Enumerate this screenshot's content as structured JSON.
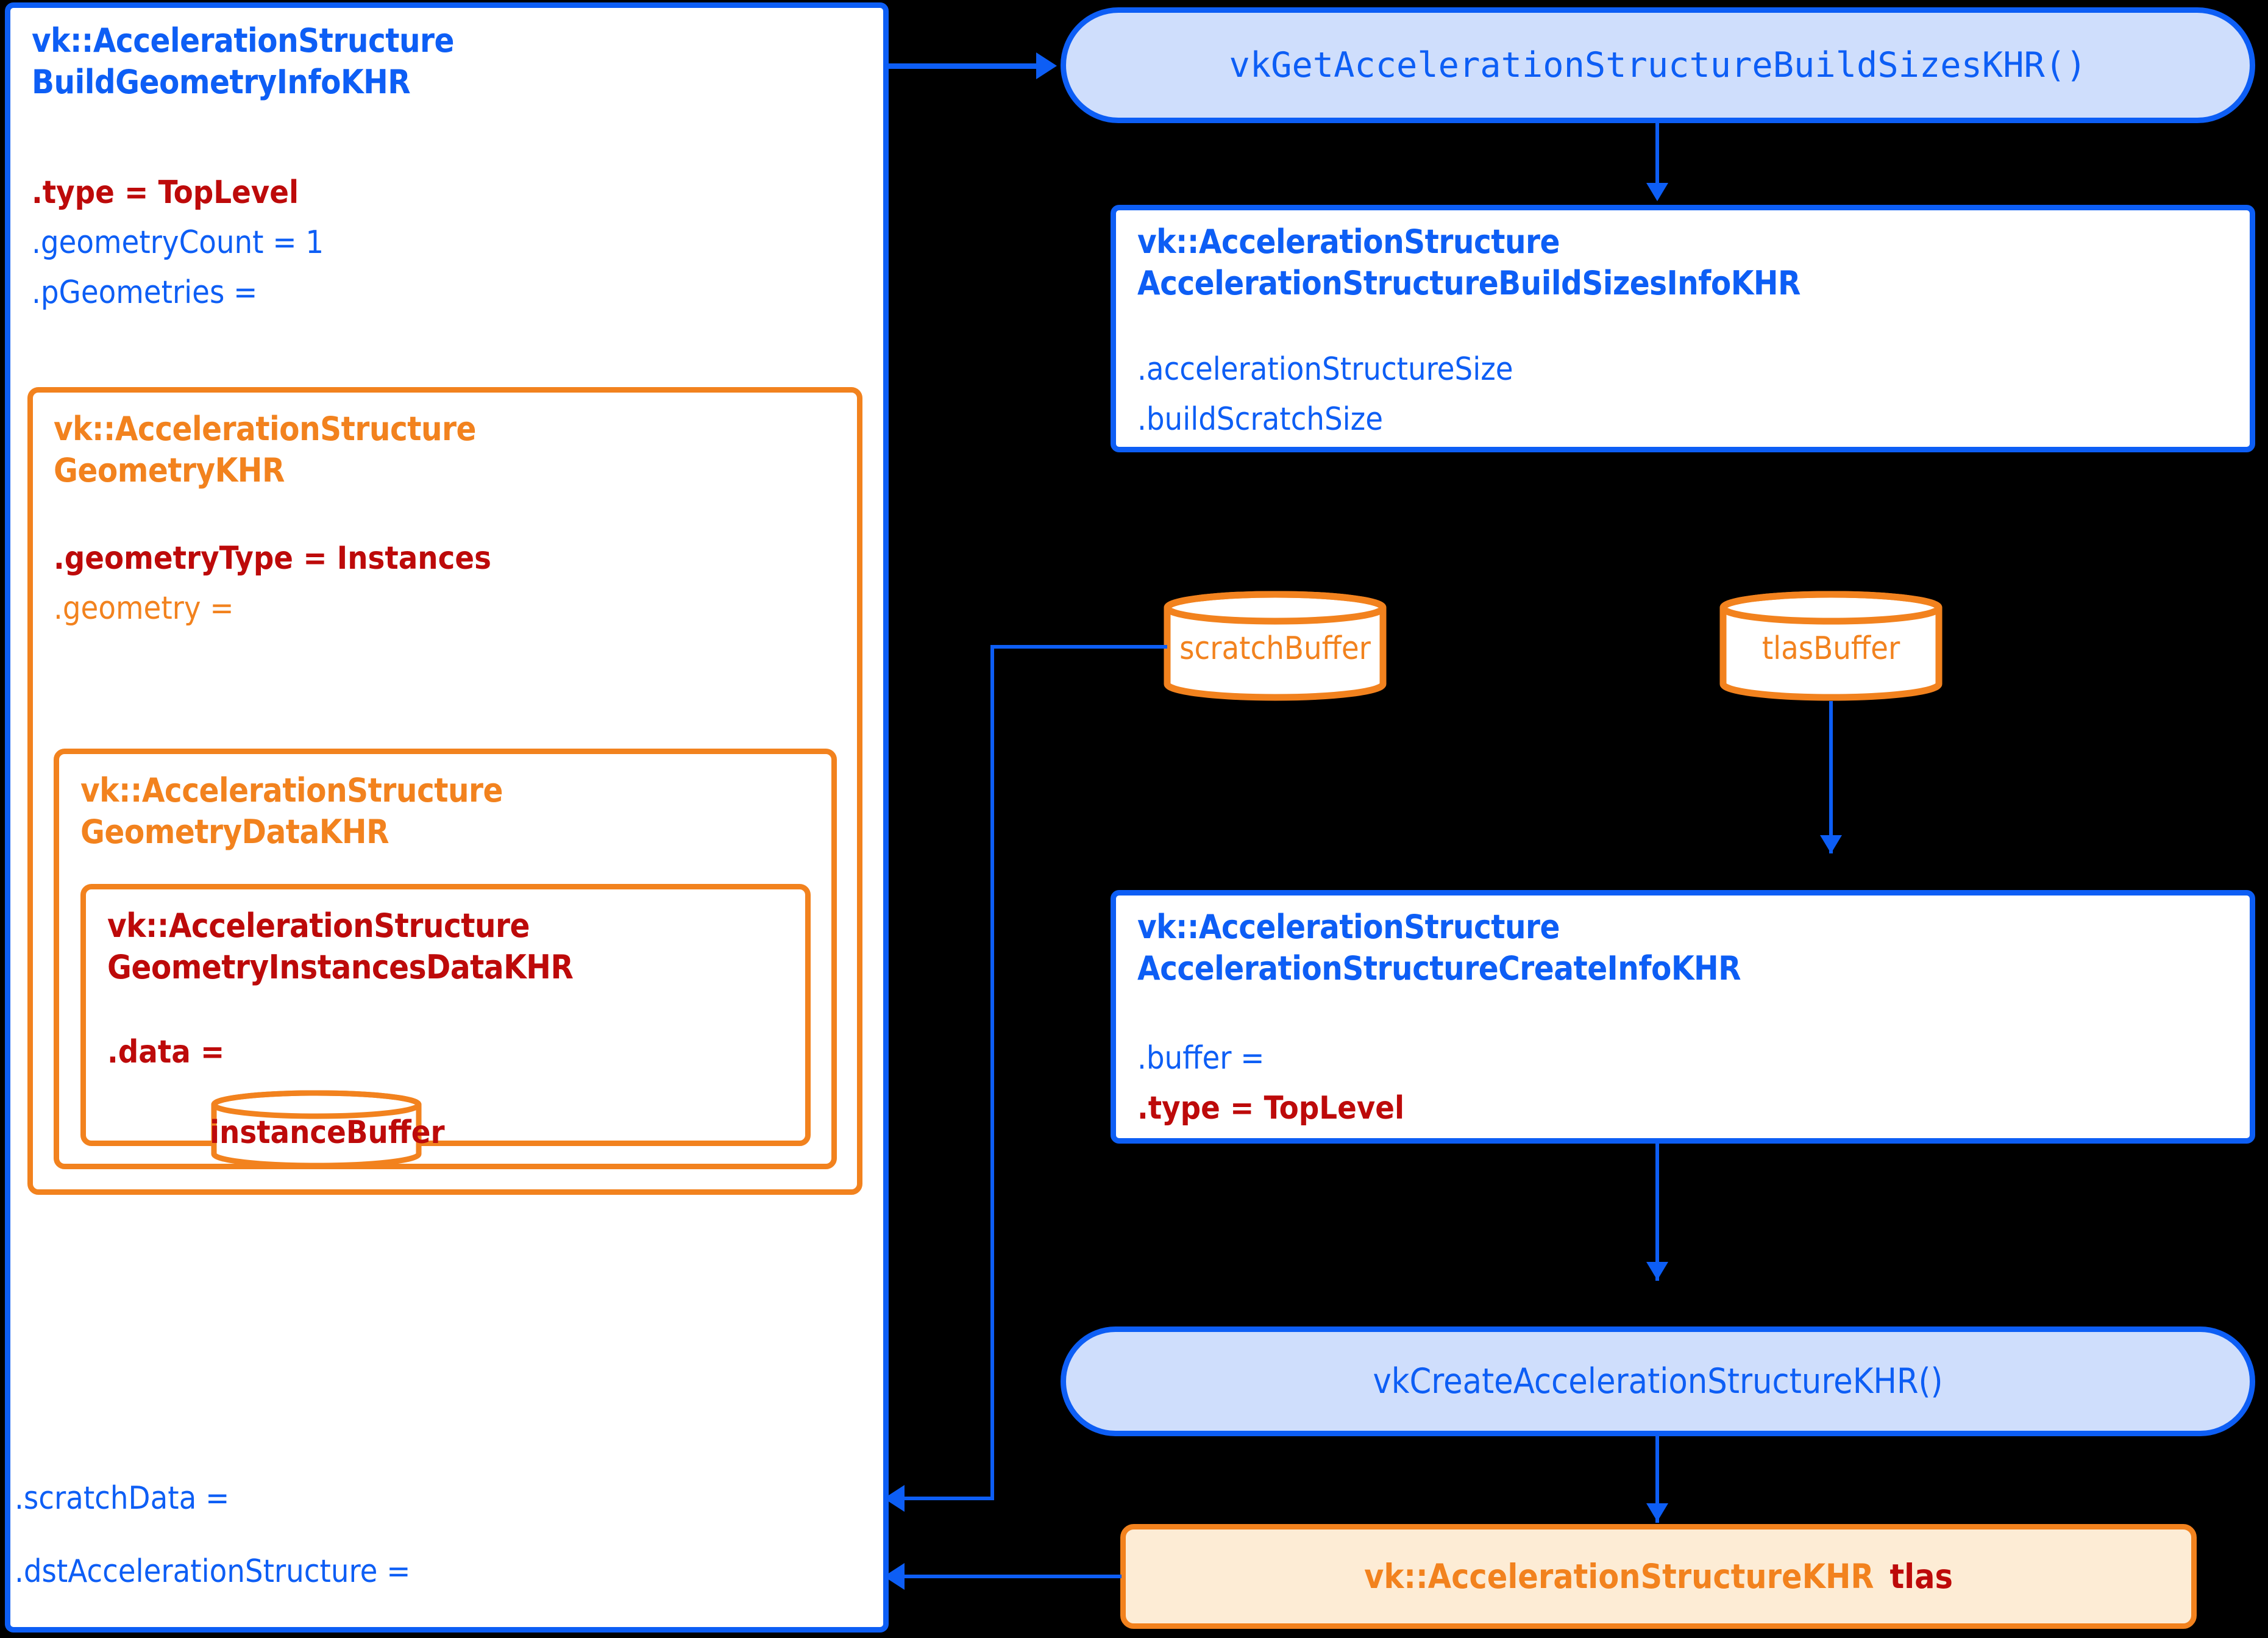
{
  "diagram": {
    "title": "Vulkan TLAS build object graph",
    "colors": {
      "blue": "#0d5ef5",
      "orange": "#f2821e",
      "red": "#bd0a0a",
      "stadium_fill": "#cfdefc",
      "tlas_fill": "#fdecd5",
      "background": "#000000"
    }
  },
  "build_geometry_info": {
    "title_line1": "vk::AccelerationStructure",
    "title_line2": "BuildGeometryInfoKHR",
    "fields_top": [
      {
        "text": ".type = TopLevel",
        "color": "red",
        "bold": true
      },
      {
        "text": ".geometryCount = 1",
        "color": "blue",
        "bold": false
      },
      {
        "text": ".pGeometries =",
        "color": "blue",
        "bold": false
      }
    ],
    "fields_bottom": [
      {
        "text": ".scratchData =",
        "color": "blue",
        "bold": false
      },
      {
        "text": ".dstAccelerationStructure =",
        "color": "blue",
        "bold": false
      }
    ]
  },
  "geometry_khr": {
    "title_line1": "vk::AccelerationStructure",
    "title_line2": "GeometryKHR",
    "fields": [
      {
        "text": ".geometryType = Instances",
        "color": "red",
        "bold": true
      },
      {
        "text": ".geometry =",
        "color": "orange",
        "bold": false
      }
    ]
  },
  "geometry_data_khr": {
    "title_line1": "vk::AccelerationStructure",
    "title_line2": "GeometryDataKHR"
  },
  "geometry_instances_data_khr": {
    "title_line1": "vk::AccelerationStructure",
    "title_line2": "GeometryInstancesDataKHR",
    "fields": [
      {
        "text": ".data =",
        "color": "red",
        "bold": true
      }
    ],
    "buffer_label": "instanceBuffer"
  },
  "get_build_sizes_call": {
    "label": "vkGetAccelerationStructureBuildSizesKHR()"
  },
  "build_sizes_info": {
    "title_line1": "vk::AccelerationStructure",
    "title_line2": "AccelerationStructureBuildSizesInfoKHR",
    "fields": [
      {
        "text": ".accelerationStructureSize",
        "color": "blue",
        "bold": false
      },
      {
        "text": ".buildScratchSize",
        "color": "blue",
        "bold": false
      }
    ]
  },
  "buffers": {
    "scratch": "scratchBuffer",
    "tlas": "tlasBuffer"
  },
  "create_info": {
    "title_line1": "vk::AccelerationStructure",
    "title_line2": "AccelerationStructureCreateInfoKHR",
    "fields": [
      {
        "text": ".buffer =",
        "color": "blue",
        "bold": false
      },
      {
        "text": ".type = TopLevel",
        "color": "red",
        "bold": true
      }
    ]
  },
  "create_as_call": {
    "label": "vkCreateAccelerationStructureKHR()"
  },
  "tlas_object": {
    "type_label": "vk::AccelerationStructureKHR",
    "var_label": "tlas"
  }
}
